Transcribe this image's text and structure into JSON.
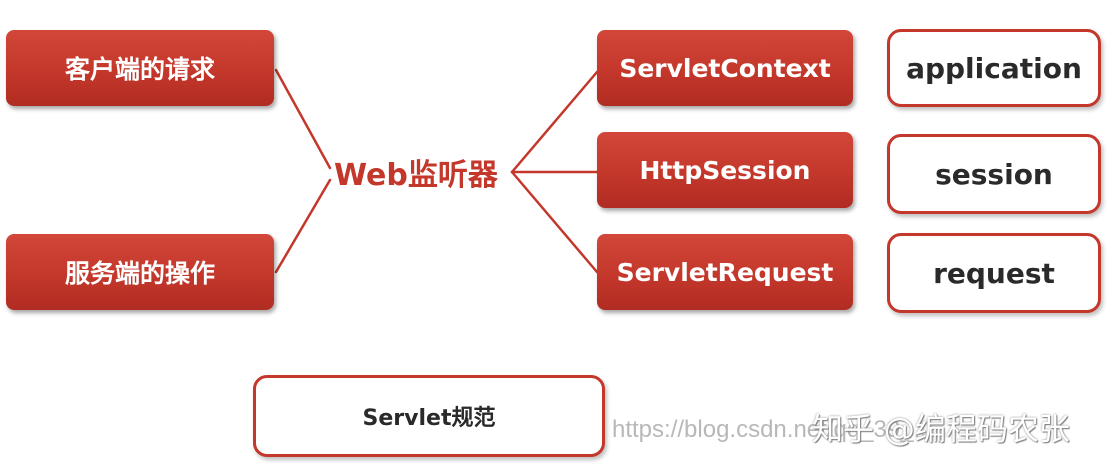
{
  "diagram": {
    "hub": {
      "label": "Web监听器"
    },
    "sources": [
      {
        "label": "客户端的请求"
      },
      {
        "label": "服务端的操作"
      }
    ],
    "listeners": [
      {
        "label": "ServletContext",
        "scope": "application"
      },
      {
        "label": "HttpSession",
        "scope": "session"
      },
      {
        "label": "ServletRequest",
        "scope": "request"
      }
    ],
    "spec": {
      "label": "Servlet规范"
    },
    "colors": {
      "accent": "#c4372b",
      "box_fill_top": "#d2473a",
      "box_fill_bottom": "#b02c22",
      "text_dark": "#2a2a2a"
    }
  },
  "watermark": {
    "url_text": "https://blog.csdn.net/qq_39_...",
    "brand_text": "知乎 @编程码农张"
  }
}
